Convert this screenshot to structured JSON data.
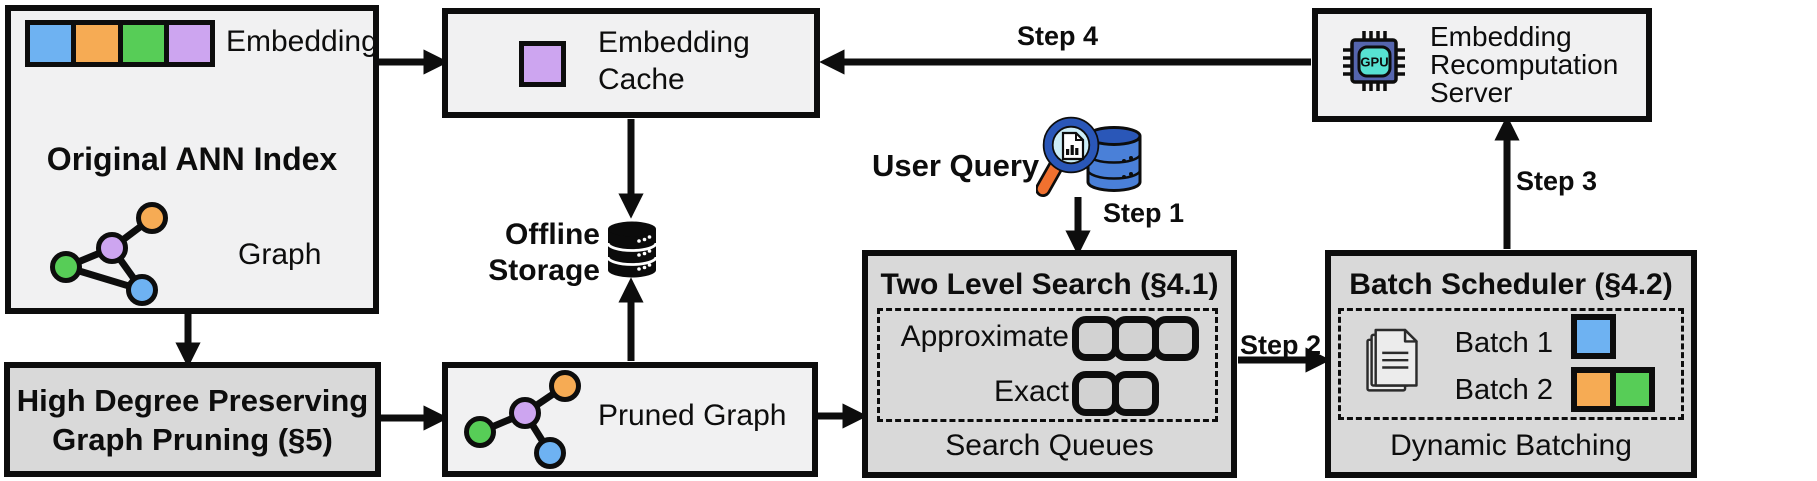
{
  "colors": {
    "emb_blue": "#6EB2F2",
    "emb_orange": "#F6AB54",
    "emb_green": "#57CD57",
    "emb_purple": "#CDA5F0",
    "box_light": "#F1F1F2",
    "box_gray": "#D9D9D9",
    "gpu_body": "#5565AD",
    "gpu_screen": "#57E2D2",
    "query_db_blue": "#4A80D8",
    "query_db_top": "#2A57B8",
    "lens_fill": "#CDEEF8",
    "handle_orange": "#F0712F"
  },
  "ann_index": {
    "embedding_label": "Embedding",
    "title": "Original ANN Index",
    "graph_label": "Graph",
    "embedding_colors": [
      "#6EB2F2",
      "#F6AB54",
      "#57CD57",
      "#CDA5F0"
    ]
  },
  "graph_pruning": {
    "line1": "High Degree Preserving",
    "line2": "Graph Pruning (§5)"
  },
  "embedding_cache": {
    "line1": "Embedding",
    "line2": "Cache"
  },
  "offline_storage": {
    "line1": "Offline",
    "line2": "Storage"
  },
  "pruned_graph": {
    "label": "Pruned Graph"
  },
  "user_query": {
    "label": "User Query"
  },
  "two_level_search": {
    "title": "Two Level Search (§4.1)",
    "level1_label": "Approximate",
    "level2_label": "Exact",
    "level1_queues": 3,
    "level2_queues": 2,
    "caption": "Search Queues"
  },
  "batch_scheduler": {
    "title": "Batch Scheduler (§4.2)",
    "batch1_label": "Batch 1",
    "batch2_label": "Batch 2",
    "batch1_colors": [
      "#6EB2F2"
    ],
    "batch2_colors": [
      "#F6AB54",
      "#57CD57"
    ],
    "caption": "Dynamic Batching"
  },
  "recompute_server": {
    "line1": "Embedding",
    "line2": "Recomputation",
    "line3": "Server",
    "gpu_label": "GPU"
  },
  "steps": {
    "step1": "Step 1",
    "step2": "Step 2",
    "step3": "Step 3",
    "step4": "Step 4"
  }
}
